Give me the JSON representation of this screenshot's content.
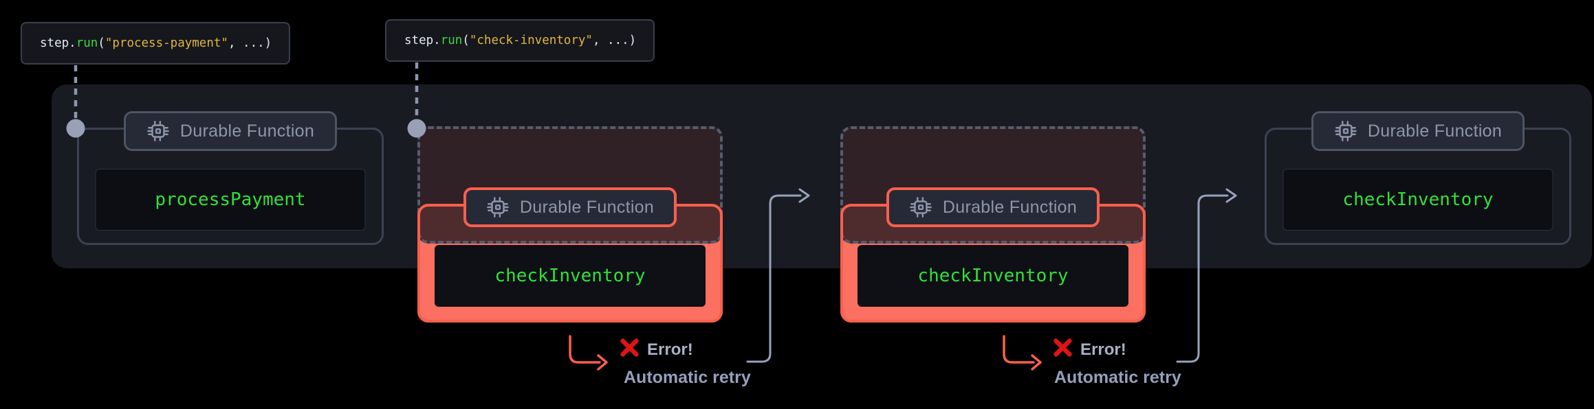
{
  "code_labels": [
    {
      "object": "step.",
      "method": "run",
      "paren": "(",
      "argument": "\"process-payment\"",
      "rest": ", ...)"
    },
    {
      "object": "step.",
      "method": "run",
      "paren": "(",
      "argument": "\"check-inventory\"",
      "rest": ", ...)"
    }
  ],
  "groups": [
    {
      "badge_label": "Durable Function",
      "function_name": "processPayment",
      "state": "success"
    },
    {
      "badge_label": "Durable Function",
      "function_name": "checkInventory",
      "state": "error"
    },
    {
      "badge_label": "Durable Function",
      "function_name": "checkInventory",
      "state": "error"
    },
    {
      "badge_label": "Durable Function",
      "function_name": "checkInventory",
      "state": "success"
    }
  ],
  "annotations": [
    {
      "error_label": "Error!",
      "retry_label": "Automatic retry"
    },
    {
      "error_label": "Error!",
      "retry_label": "Automatic retry"
    }
  ],
  "icons": {
    "badge_icon": "cpu-chip-icon",
    "error_icon": "x-mark-icon",
    "connector": "step-connector-dot"
  },
  "colors": {
    "page_bg": "#000000",
    "panel_bg": "#191B23",
    "accent_red": "#FA5F4D",
    "salmon_fill": "#FB7060",
    "ghost_maroon": "#342227",
    "code_green": "#31E03A",
    "syntax_green": "#3FD83F",
    "syntax_yellow": "#E2B63C",
    "lavender": "#99A2BD",
    "badge_text": "#8E96AB",
    "error_x_red": "#DF1414"
  }
}
